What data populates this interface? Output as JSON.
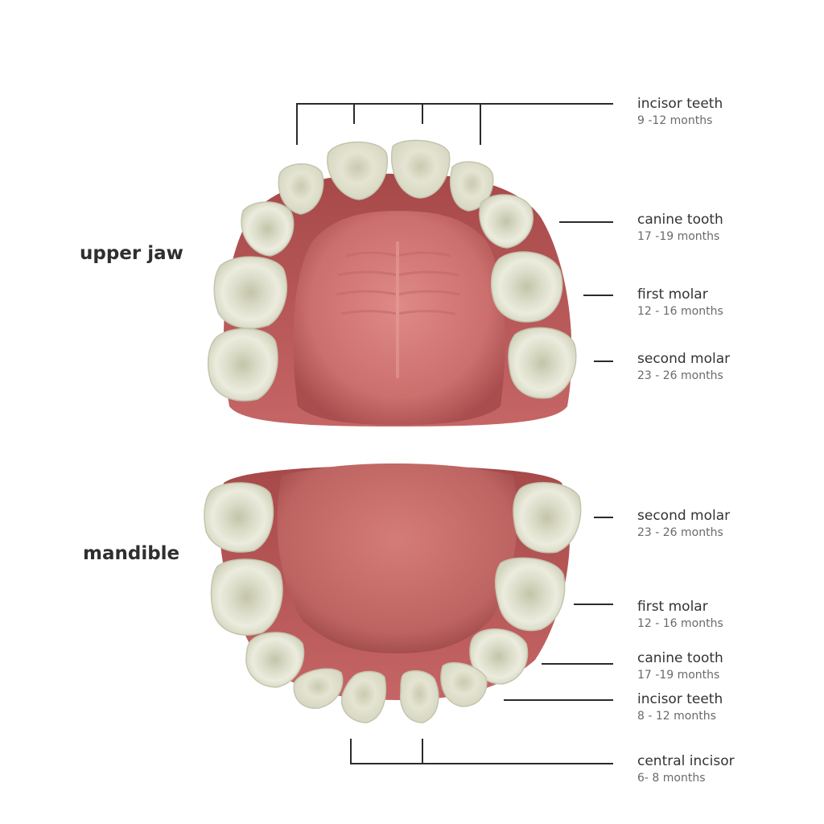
{
  "jaws": {
    "upper": "upper jaw",
    "lower": "mandible"
  },
  "labels": {
    "upper_incisor": {
      "name": "incisor teeth",
      "age": "9 -12 months"
    },
    "upper_canine": {
      "name": "canine tooth",
      "age": "17 -19 months"
    },
    "upper_first": {
      "name": "first molar",
      "age": "12 - 16 months"
    },
    "upper_second": {
      "name": "second molar",
      "age": "23 - 26 months"
    },
    "lower_second": {
      "name": "second molar",
      "age": "23 - 26 months"
    },
    "lower_first": {
      "name": "first molar",
      "age": "12 - 16 months"
    },
    "lower_canine": {
      "name": "canine tooth",
      "age": "17 -19 months"
    },
    "lower_incisor": {
      "name": "incisor teeth",
      "age": "8 - 12 months"
    },
    "lower_central": {
      "name": "central incisor",
      "age": "6- 8  months"
    }
  },
  "colors": {
    "gum": "#b75a5a",
    "gum_dark": "#9e4445",
    "palate": "#d98282",
    "tooth": "#e7e7d6",
    "tooth_shadow": "#c7c8b2",
    "leader_line": "#2b2b2b"
  }
}
